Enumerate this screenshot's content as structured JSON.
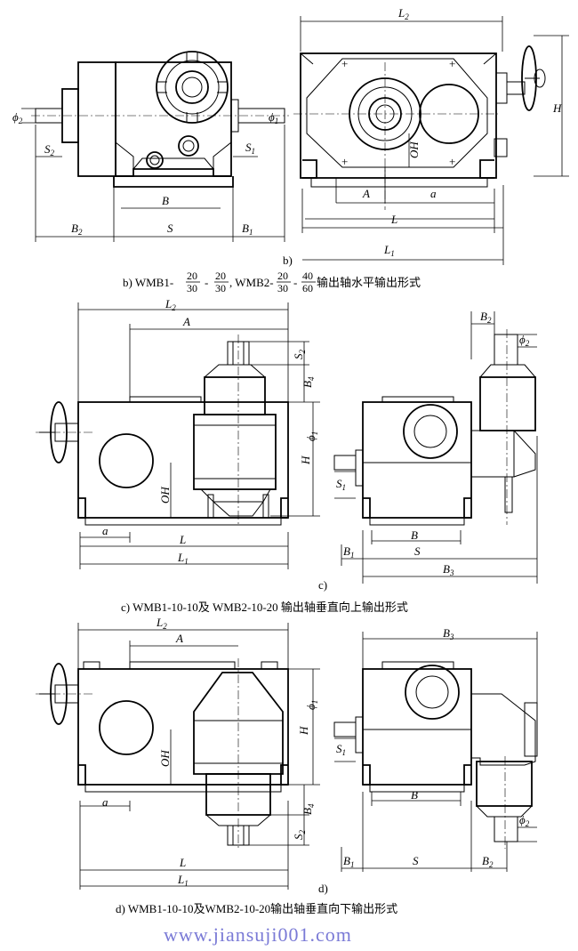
{
  "labels": {
    "b_top": {
      "L2": "L",
      "L2_sub": "2",
      "H": "H",
      "phi2": "ϕ",
      "phi2_sub": "2",
      "phi1": "ϕ",
      "phi1_sub": "1",
      "S2": "S",
      "S2_sub": "2",
      "S1": "S",
      "S1_sub": "1",
      "B": "B",
      "B2": "B",
      "B2_sub": "2",
      "S": "S",
      "B1": "B",
      "B1_sub": "1",
      "OH": "OH",
      "A": "A",
      "a": "a",
      "L": "L",
      "L1": "L",
      "L1_sub": "1"
    },
    "c_mid": {
      "L2": "L",
      "L2_sub": "2",
      "A": "A",
      "S2": "S",
      "S2_sub": "2",
      "B4": "B",
      "B4_sub": "4",
      "phi1": "ϕ",
      "phi1_sub": "1",
      "H": "H",
      "OH": "OH",
      "a": "a",
      "L": "L",
      "L1": "L",
      "L1_sub": "1",
      "B2": "B",
      "B2_sub": "2",
      "phi2": "ϕ",
      "phi2_sub": "2",
      "S1": "S",
      "S1_sub": "1",
      "B": "B",
      "B1": "B",
      "B1_sub": "1",
      "S": "S",
      "B3": "B",
      "B3_sub": "3"
    },
    "d_bot": {
      "L2": "L",
      "L2_sub": "2",
      "A": "A",
      "phi1": "ϕ",
      "phi1_sub": "1",
      "H": "H",
      "OH": "OH",
      "B4": "B",
      "B4_sub": "4",
      "S2": "S",
      "S2_sub": "2",
      "a": "a",
      "L": "L",
      "L1": "L",
      "L1_sub": "1",
      "B3": "B",
      "B3_sub": "3",
      "S1": "S",
      "S1_sub": "1",
      "B": "B",
      "phi2": "ϕ",
      "phi2_sub": "2",
      "B1": "B",
      "B1_sub": "1",
      "S": "S",
      "B2": "B",
      "B2_sub": "2"
    }
  },
  "figure_marks": {
    "b": "b)",
    "c": "c)",
    "d": "d)"
  },
  "captions": {
    "b": {
      "prefix": "b) WMB1-",
      "f1_num": "20",
      "f1_den": "30",
      "dash": "-",
      "f2_num": "20",
      "f2_den": "30",
      "mid": ", WMB2-",
      "f3_num": "20",
      "f3_den": "30",
      "dash2": "-",
      "f4_num": "40",
      "f4_den": "60",
      "suffix": " 输出轴水平输出形式"
    },
    "c": "c) WMB1-10-10及 WMB2-10-20  输出轴垂直向上输出形式",
    "d": "d) WMB1-10-10及WMB2-10-20输出轴垂直向下输出形式"
  },
  "watermark": "www.jiansuji001.com"
}
